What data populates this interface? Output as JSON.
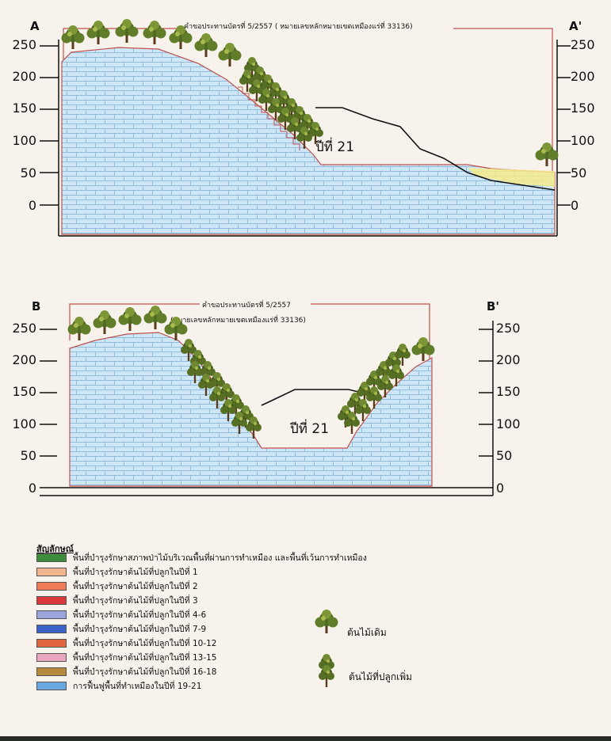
{
  "section_a": {
    "left_label": "A",
    "right_label": "A'",
    "boundary_note": "คำขอประทานบัตรที่ 5/2557  ( หมายเลขหลักหมายเขตเหมืองแร่ที่ 33136)",
    "year_label": "ปีที่ 21",
    "ticks": [
      "250",
      "200",
      "150",
      "100",
      "50",
      "0"
    ]
  },
  "section_b": {
    "left_label": "B",
    "right_label": "B'",
    "boundary_note_1": "คำขอประทานบัตรที่ 5/2557",
    "boundary_note_2": "(หมายเลขหลักหมายเขตเหมืองแร่ที่ 33136)",
    "year_label": "ปีที่ 21",
    "ticks": [
      "250",
      "200",
      "150",
      "100",
      "50",
      "0"
    ]
  },
  "legend": {
    "title": "สัญลักษณ์",
    "items": [
      {
        "label": "พื้นที่บำรุงรักษาสภาพป่าไม้บริเวณพื้นที่ผ่านการทำเหมือง และพื้นที่เว้นการทำเหมือง",
        "color": "#3c8c3c"
      },
      {
        "label": "พื้นที่บำรุงรักษาต้นไม้ที่ปลูกในปีที่ 1",
        "color": "#f2b48c"
      },
      {
        "label": "พื้นที่บำรุงรักษาต้นไม้ที่ปลูกในปีที่ 2",
        "color": "#ef7b56"
      },
      {
        "label": "พื้นที่บำรุงรักษาต้นไม้ที่ปลูกในปีที่ 3",
        "color": "#d9373b"
      },
      {
        "label": "พื้นที่บำรุงรักษาต้นไม้ที่ปลูกในปีที่ 4-6",
        "color": "#9aa6dc"
      },
      {
        "label": "พื้นที่บำรุงรักษาต้นไม้ที่ปลูกในปีที่ 7-9",
        "color": "#3a64c8"
      },
      {
        "label": "พื้นที่บำรุงรักษาต้นไม้ที่ปลูกในปีที่ 10-12",
        "color": "#e0673e"
      },
      {
        "label": "พื้นที่บำรุงรักษาต้นไม้ที่ปลูกในปีที่ 13-15",
        "color": "#eaa7c0"
      },
      {
        "label": "พื้นที่บำรุงรักษาต้นไม้ที่ปลูกในปีที่ 16-18",
        "color": "#b58a3c"
      },
      {
        "label": "การฟื้นฟูพื้นที่ทำเหมืองในปีที่ 19-21",
        "color": "#6aa6e0"
      }
    ],
    "tree_original": "ต้นไม้เดิม",
    "tree_planted": "ต้นไม้ที่ปลูกเพิ่ม"
  },
  "colors": {
    "fill_blue": "#c9e3f5",
    "brick_line": "#7fb2d9",
    "ground_red": "#c0504d",
    "yellow_zone": "#f6eb8a",
    "tree_green": "#4a6b23"
  }
}
